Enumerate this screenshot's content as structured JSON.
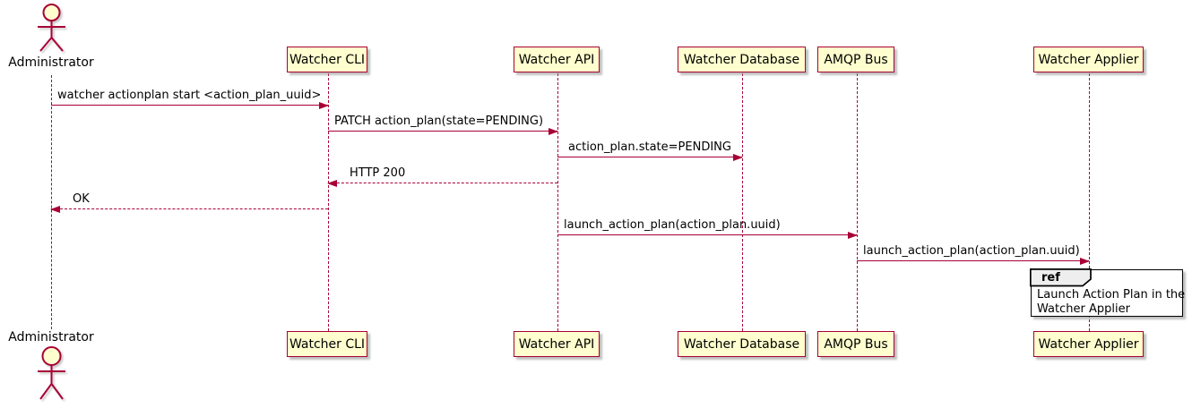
{
  "colors": {
    "border_and_arrow": "#A80036",
    "participant_fill": "#FEFECE",
    "ref_border": "#000000",
    "ref_header_fill": "#EEEEEE",
    "background": "#FFFFFF"
  },
  "actor": {
    "label": "Administrator"
  },
  "participants": [
    {
      "label": "Watcher CLI"
    },
    {
      "label": "Watcher API"
    },
    {
      "label": "Watcher Database"
    },
    {
      "label": "AMQP Bus"
    },
    {
      "label": "Watcher Applier"
    }
  ],
  "messages": [
    {
      "label": "watcher actionplan start <action_plan_uuid>",
      "from": "Administrator",
      "to": "Watcher CLI",
      "line": "solid"
    },
    {
      "label": "PATCH action_plan(state=PENDING)",
      "from": "Watcher CLI",
      "to": "Watcher API",
      "line": "solid"
    },
    {
      "label": "action_plan.state=PENDING",
      "from": "Watcher API",
      "to": "Watcher Database",
      "line": "solid"
    },
    {
      "label": "HTTP 200",
      "from": "Watcher API",
      "to": "Watcher CLI",
      "line": "dashed"
    },
    {
      "label": "OK",
      "from": "Watcher CLI",
      "to": "Administrator",
      "line": "dashed"
    },
    {
      "label": "launch_action_plan(action_plan.uuid)",
      "from": "Watcher API",
      "to": "AMQP Bus",
      "line": "solid"
    },
    {
      "label": "launch_action_plan(action_plan.uuid)",
      "from": "AMQP Bus",
      "to": "Watcher Applier",
      "line": "solid"
    }
  ],
  "ref_fragment": {
    "keyword": "ref",
    "over": "Watcher Applier",
    "lines": [
      "Launch Action Plan in the",
      "Watcher Applier"
    ]
  }
}
